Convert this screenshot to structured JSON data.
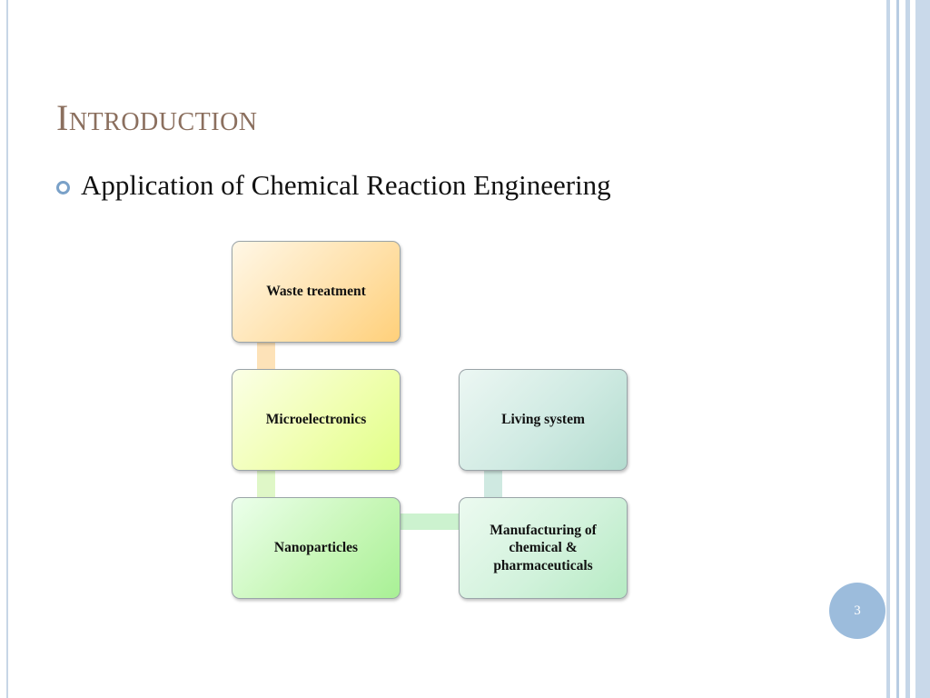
{
  "slide": {
    "title": "Introduction",
    "bullet": "Application of Chemical Reaction Engineering",
    "page_number": "3"
  },
  "diagram": {
    "nodes": {
      "waste": "Waste treatment",
      "micro": "Microelectronics",
      "nano": "Nanoparticles",
      "living": "Living system",
      "manufacturing": "Manufacturing of chemical & pharmaceuticals"
    }
  },
  "colors": {
    "title": "#8b6f5e",
    "accent": "#7aa1c8",
    "page_badge": "#9cbcdc"
  }
}
